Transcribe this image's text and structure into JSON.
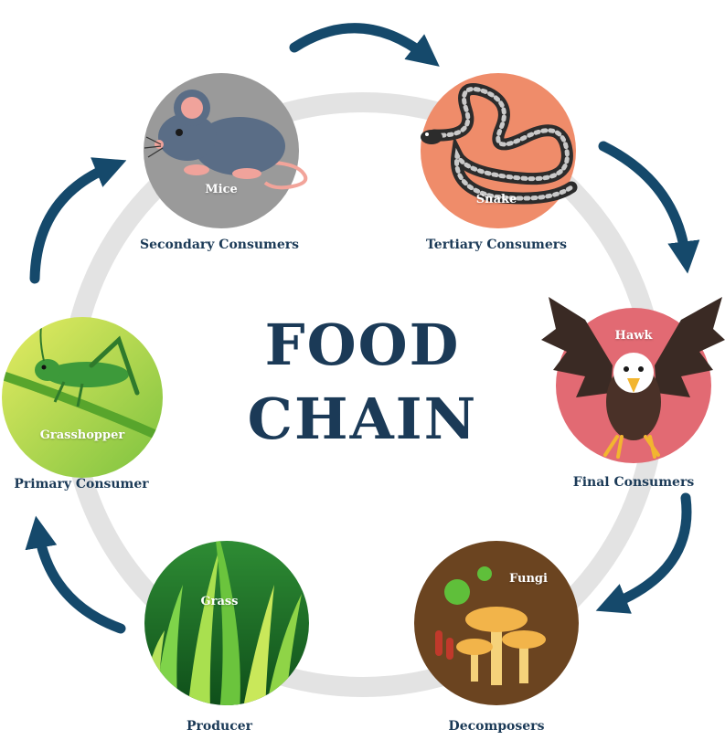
{
  "title": {
    "line1": "FOOD",
    "line2": "CHAIN"
  },
  "colors": {
    "arrow": "#15496b",
    "ring": "#e3e3e3",
    "text": "#1b3a57"
  },
  "nodes": [
    {
      "id": "mice",
      "icon": "mouse-icon",
      "inner_label": "Mice",
      "caption": "Secondary Consumers",
      "color": "#9a9a9a"
    },
    {
      "id": "snake",
      "icon": "snake-icon",
      "inner_label": "Snake",
      "caption": "Tertiary Consumers",
      "color": "#ef8c6a"
    },
    {
      "id": "hawk",
      "icon": "hawk-icon",
      "inner_label": "Hawk",
      "caption": "Final Consumers",
      "color": "#e26a73"
    },
    {
      "id": "fungi",
      "icon": "fungi-icon",
      "inner_label": "Fungi",
      "caption": "Decomposers",
      "color": "#6b4420"
    },
    {
      "id": "grass",
      "icon": "grass-icon",
      "inner_label": "Grass",
      "caption": "Producer",
      "color": "#1f7a2a"
    },
    {
      "id": "grasshopper",
      "icon": "grasshopper-icon",
      "inner_label": "Grasshopper",
      "caption": "Primary Consumer",
      "color": "#c8d84a"
    }
  ]
}
